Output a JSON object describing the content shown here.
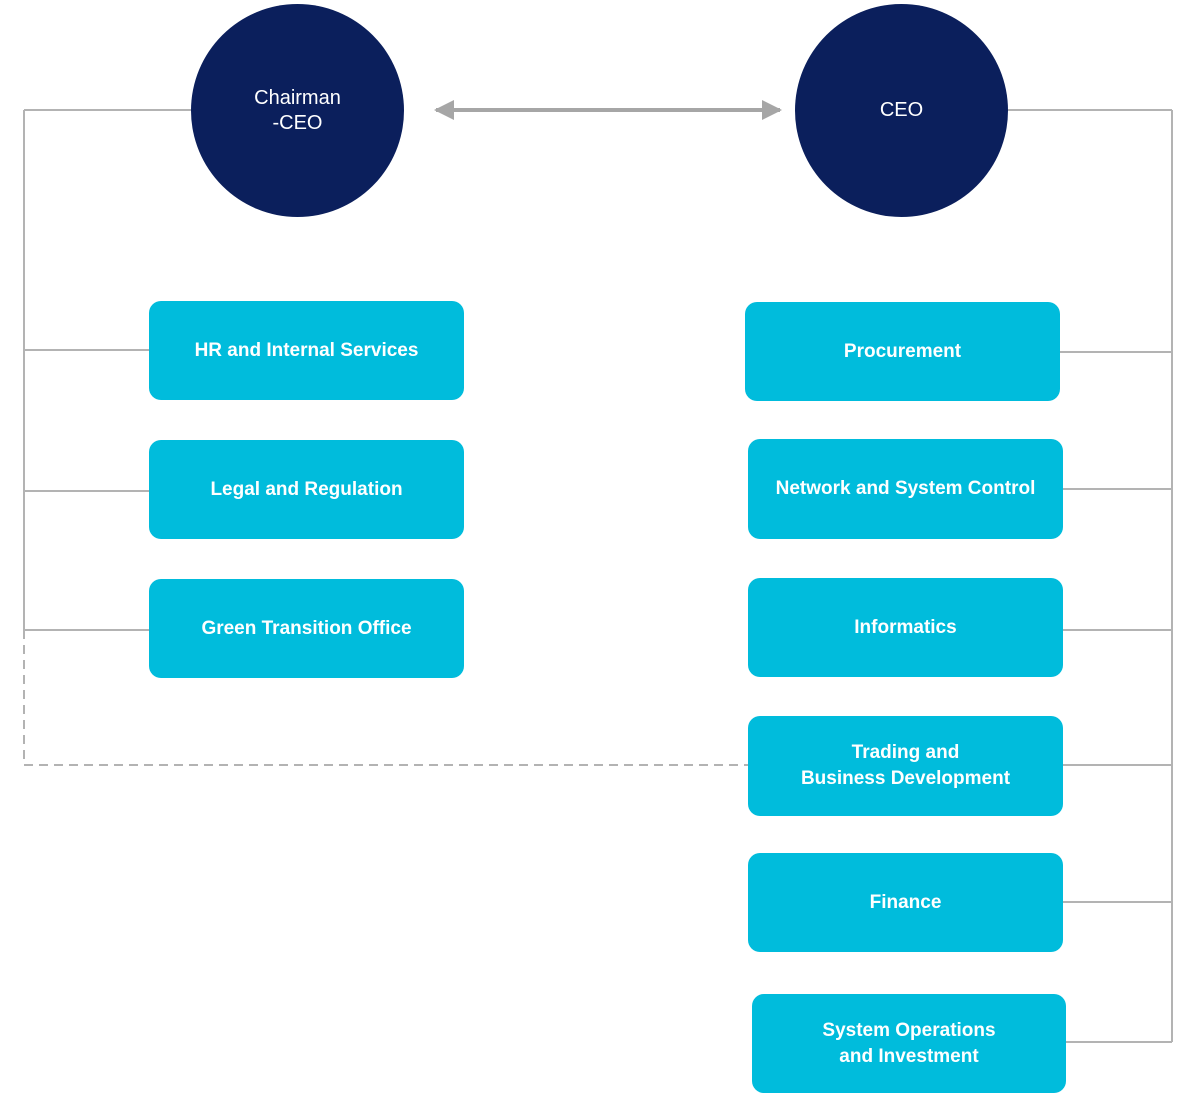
{
  "leaders": {
    "chairman": "Chairman\n-CEO",
    "ceo": "CEO"
  },
  "left_units": {
    "hr": "HR and Internal Services",
    "legal": "Legal and Regulation",
    "green": "Green Transition Office"
  },
  "right_units": {
    "procurement": "Procurement",
    "network": "Network and System Control",
    "informatics": "Informatics",
    "trading": "Trading and\nBusiness Development",
    "finance": "Finance",
    "sysops": "System Operations\nand Investment"
  },
  "colors": {
    "leader_fill": "#0b1f5c",
    "unit_fill": "#00bcdc",
    "connector": "#b3b3b3",
    "arrow": "#a6a6a6"
  }
}
